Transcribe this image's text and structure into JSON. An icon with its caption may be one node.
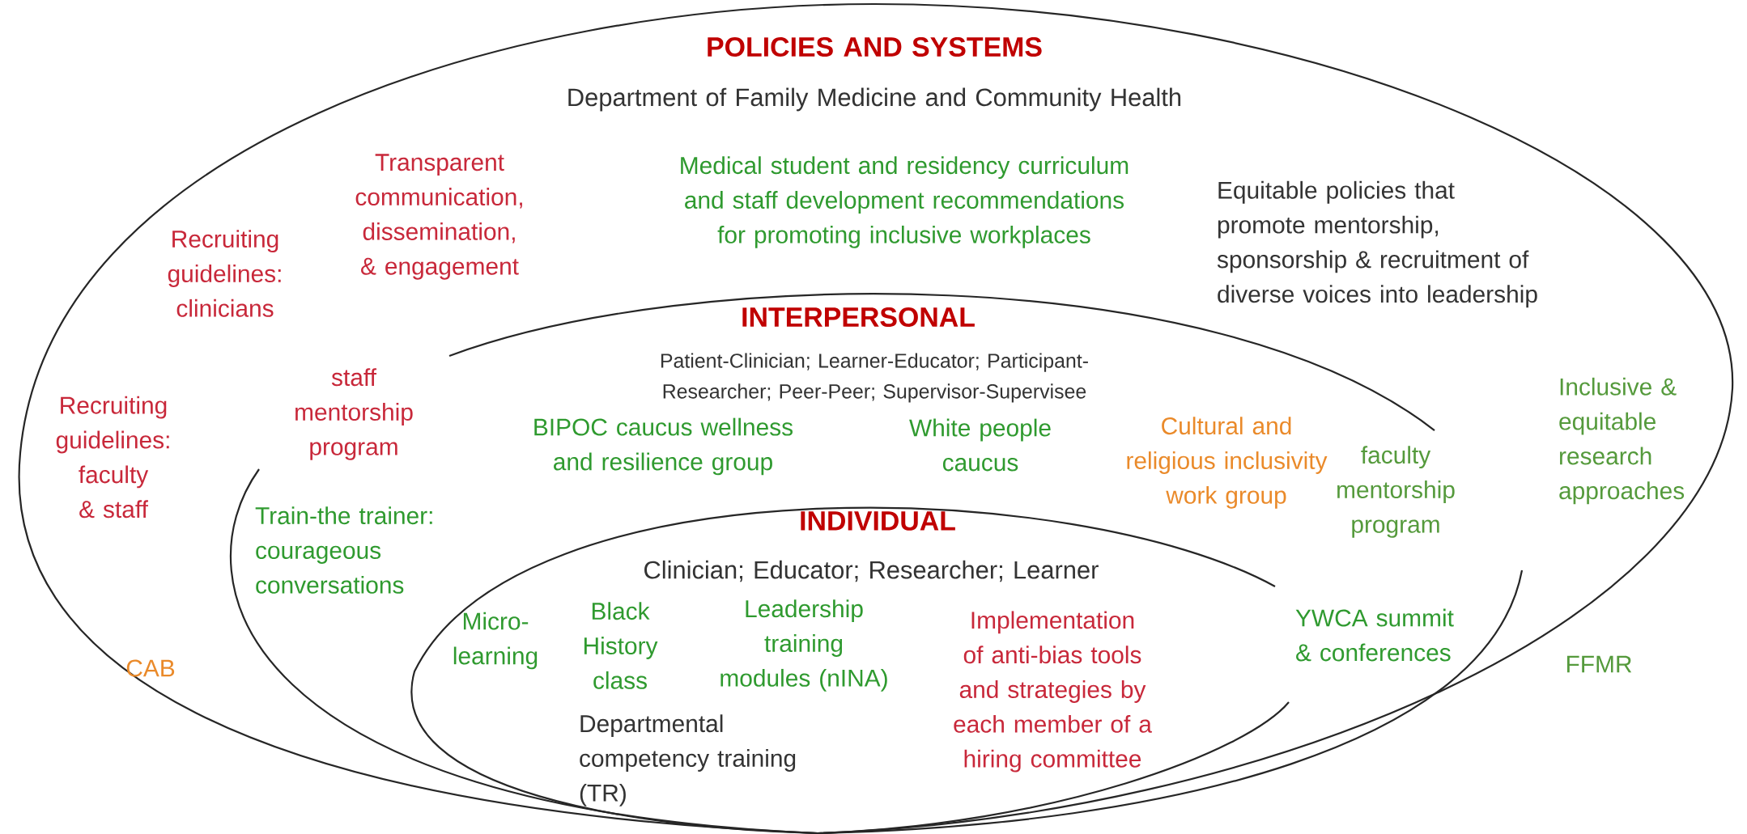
{
  "diagram": {
    "nodes": [
      {
        "text": [
          "POLICIES AND SYSTEMS",
          "Department of Family Medicine and Community Health",
          "Transparent communication, dissemination, & engagement",
          "Medical student and residency curriculum and staff development recommendations for promoting inclusive workplaces",
          "Equitable policies that promote mentorship, sponsorship & recruitment of diverse voices into leadership",
          "Recruiting guidelines: clinicians",
          "Recruiting guidelines: faculty & staff",
          "Inclusive & equitable research approaches",
          "CAB",
          "FFMR"
        ]
      },
      {
        "text": [
          "INTERPERSONAL",
          "Patient-Clinician; Learner-Educator; Participant-Researcher; Peer-Peer; Supervisor-Supervisee",
          "staff mentorship program",
          "BIPOC caucus wellness and resilience group",
          "White people caucus",
          "Cultural and religious inclusivity work group",
          "faculty mentorship program",
          "Train-the trainer: courageous conversations",
          "YWCA summit & conferences"
        ],
        "in": 0
      },
      {
        "text": [
          "INDIVIDUAL",
          "Clinician; Educator; Researcher; Learner",
          "Micro-learning",
          "Black History class",
          "Leadership training modules (nINA)",
          "Implementation of anti-bias tools and strategies by each member of a hiring committee",
          "Departmental competency training (TR)"
        ],
        "in": 1
      }
    ]
  }
}
